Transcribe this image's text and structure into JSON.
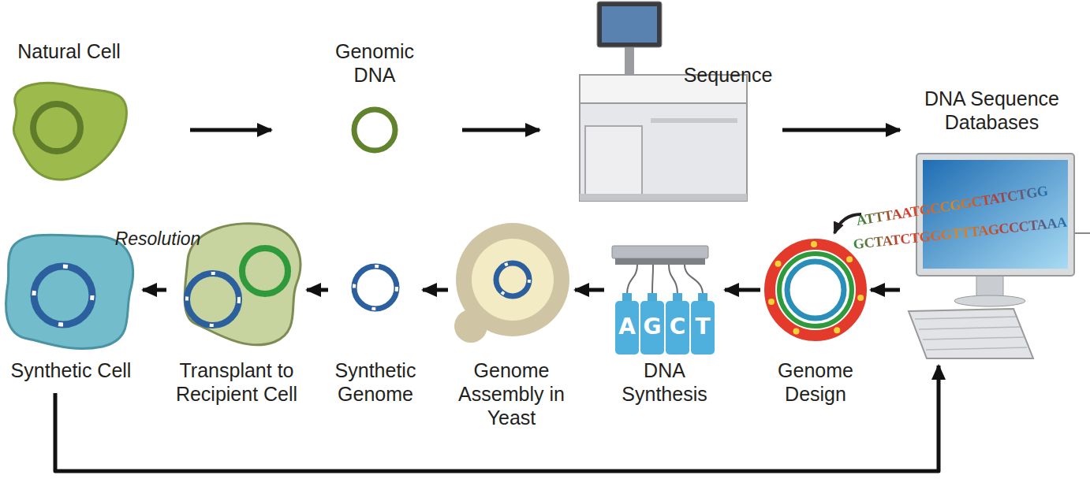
{
  "diagram": {
    "nodes": [
      {
        "text": [
          "Natural Cell"
        ]
      },
      {
        "text": [
          "Genomic DNA"
        ]
      },
      {
        "text": [
          "Sequence"
        ]
      },
      {
        "text": [
          "DNA Sequence Databases"
        ]
      },
      {
        "text": [
          "Genome Design"
        ]
      },
      {
        "text": [
          "DNA Synthesis"
        ]
      },
      {
        "text": [
          "Genome Assembly in Yeast"
        ]
      },
      {
        "text": [
          "Synthetic Genome"
        ]
      },
      {
        "text": [
          "Transplant to Recipient Cell"
        ]
      },
      {
        "text": [
          "Synthetic Cell"
        ]
      }
    ],
    "edges": [
      {
        "from": 0,
        "to": 1,
        "arrow": "to"
      },
      {
        "from": 1,
        "to": 2,
        "arrow": "to"
      },
      {
        "from": 2,
        "to": 3,
        "arrow": "to"
      },
      {
        "from": 3,
        "to": 4,
        "arrow": "to"
      },
      {
        "from": 4,
        "to": 5,
        "arrow": "to"
      },
      {
        "from": 5,
        "to": 6,
        "arrow": "to"
      },
      {
        "from": 6,
        "to": 7,
        "arrow": "to"
      },
      {
        "from": 7,
        "to": 8,
        "arrow": "to"
      },
      {
        "from": 8,
        "to": 9,
        "label": "Resolution",
        "arrow": "to"
      },
      {
        "from": 9,
        "to": 3,
        "arrow": "to"
      }
    ],
    "labels": [
      "ATTTAATGCCGGCTATCTGG",
      "GCTATCTGGGTTTAGCCCTAAA",
      "A",
      "G",
      "C",
      "T"
    ]
  }
}
